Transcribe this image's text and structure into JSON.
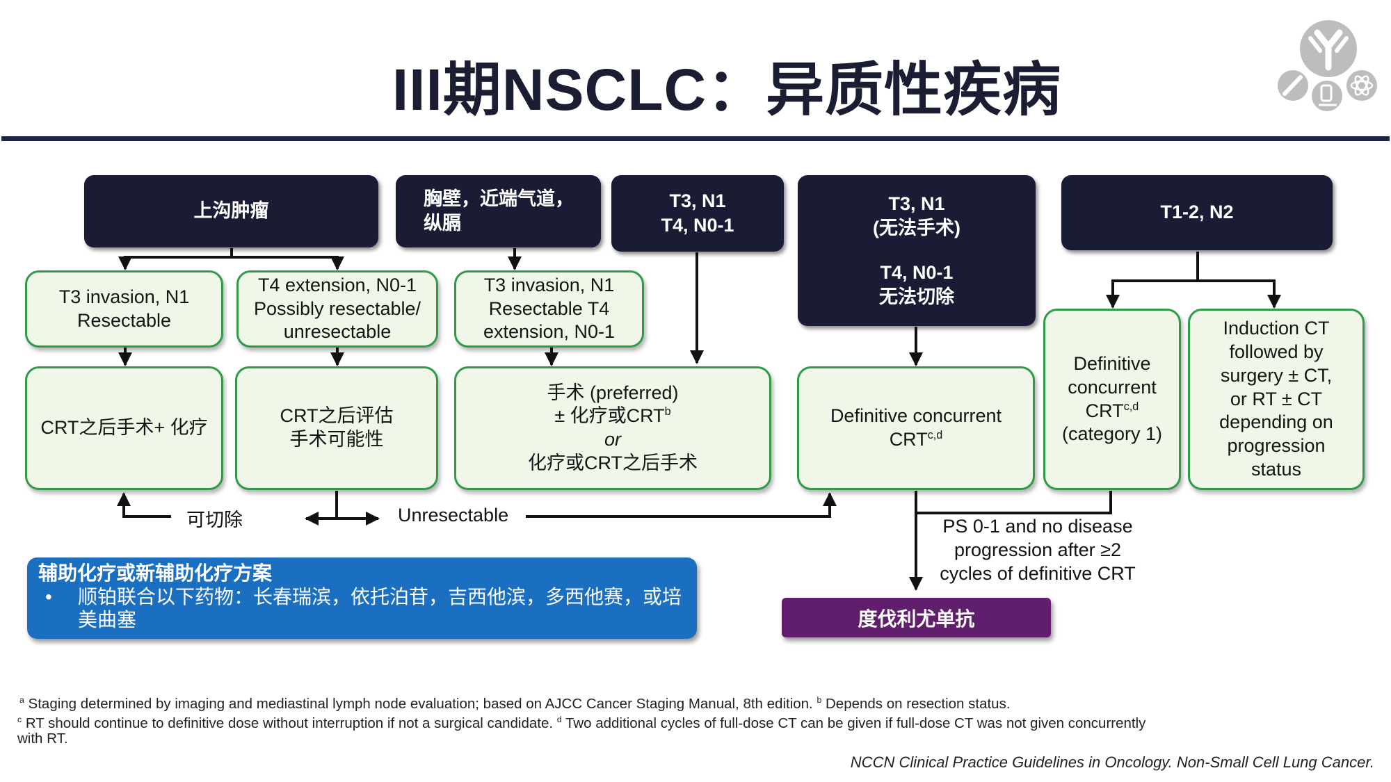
{
  "title": "III期NSCLC：异质性疾病",
  "colors": {
    "header_box": "#191c34",
    "green_border": "#2f9a48",
    "green_fill": "#f0f7e8",
    "regimen_box": "#1a6fc0",
    "drug_box": "#611e6c",
    "rule": "#1f2547"
  },
  "headers": {
    "pancoast": "上沟肿瘤",
    "chest_wall": "胸壁，近端气道，\n纵膈",
    "t3n1_t4n0": "T3, N1\nT4, N0-1",
    "unresectable_1": "T3, N1\n(无法手术)",
    "unresectable_2": "T4, N0-1\n无法切除",
    "n2": "T1-2, N2"
  },
  "stage": {
    "pancoast_resectable": "T3 invasion, N1\nResectable",
    "pancoast_t4": "T4 extension, N0-1\nPossibly resectable/\nunresectable",
    "chest_wall_t3": "T3 invasion, N1\nResectable T4\nextension, N0-1",
    "n2_crt_line1": "Definitive\nconcurrent\nCRT",
    "n2_crt_sup": "c,d",
    "n2_crt_line2": "(category 1)",
    "n2_induction": "Induction CT\nfollowed by\nsurgery ± CT,\nor RT ± CT\ndepending on\nprogression\nstatus"
  },
  "treatment": {
    "crt_surgery": "CRT之后手术+ 化疗",
    "crt_evaluate": "CRT之后评估\n手术可能性",
    "surgery_line1": "手术 (preferred)",
    "surgery_line2": "± 化疗或CRT",
    "surgery_line2_sup": "b",
    "surgery_or": "or",
    "surgery_line3": "化疗或CRT之后手术",
    "definitive_line1": "Definitive concurrent",
    "definitive_line2": "CRT",
    "definitive_sup": "c,d"
  },
  "flow_labels": {
    "resectable": "可切除",
    "unresectable": "Unresectable",
    "ps_condition": "PS 0-1 and no disease\nprogression after ≥2\ncycles of definitive CRT"
  },
  "regimen": {
    "title": "辅助化疗或新辅助化疗方案",
    "bullet": "•",
    "item": "顺铂联合以下药物：长春瑞滨，依托泊苷，吉西他滨，多西他赛，或培美曲塞"
  },
  "drug": "度伐利尤单抗",
  "footnotes": {
    "a_mark": "a",
    "a_text": "Staging determined by imaging and mediastinal lymph node evaluation; based on AJCC Cancer Staging Manual, 8th edition.",
    "b_mark": "b",
    "b_text": "Depends on resection status.",
    "c_mark": "c",
    "c_text": "RT should continue to definitive dose without interruption if not a surgical candidate.",
    "d_mark": "d",
    "d_text": "Two additional cycles of full-dose CT can be given if full-dose CT was not given concurrently with RT."
  },
  "citation": "NCCN Clinical Practice Guidelines in Oncology. Non-Small Cell Lung Cancer.",
  "logo": {
    "icons": [
      "antibody-icon",
      "syringe-icon",
      "microscope-icon",
      "atom-icon"
    ]
  }
}
